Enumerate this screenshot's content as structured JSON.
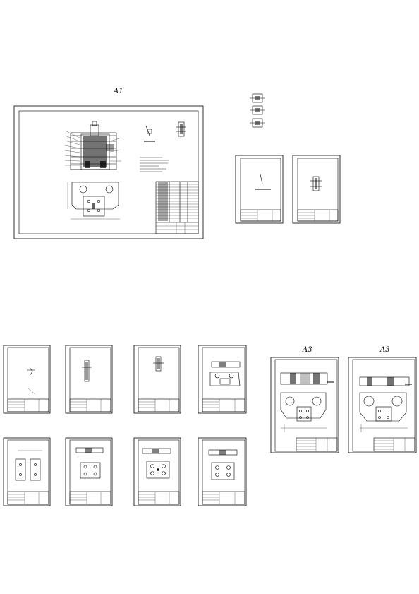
{
  "page": {
    "background": "#ffffff",
    "line_color": "#000000"
  },
  "labels": {
    "a1": "A1",
    "a3_left": "A3",
    "a3_right": "A3"
  },
  "sheets": [
    {
      "name": "main-assembly-sheet",
      "format": "A1",
      "content": "assembly-drawing"
    },
    {
      "name": "small-part-sheet-1",
      "content": "part-detail"
    },
    {
      "name": "small-part-sheet-2",
      "content": "part-detail"
    },
    {
      "name": "part-sheet-row1-1",
      "content": "part-detail"
    },
    {
      "name": "part-sheet-row1-2",
      "content": "part-detail"
    },
    {
      "name": "part-sheet-row1-3",
      "content": "part-detail"
    },
    {
      "name": "part-sheet-row1-4",
      "content": "part-detail"
    },
    {
      "name": "part-sheet-row2-1",
      "content": "part-detail"
    },
    {
      "name": "part-sheet-row2-2",
      "content": "part-detail"
    },
    {
      "name": "part-sheet-row2-3",
      "content": "part-detail"
    },
    {
      "name": "part-sheet-row2-4",
      "content": "part-detail"
    },
    {
      "name": "a3-sheet-left",
      "format": "A3",
      "content": "die-plate"
    },
    {
      "name": "a3-sheet-right",
      "format": "A3",
      "content": "die-plate"
    }
  ]
}
